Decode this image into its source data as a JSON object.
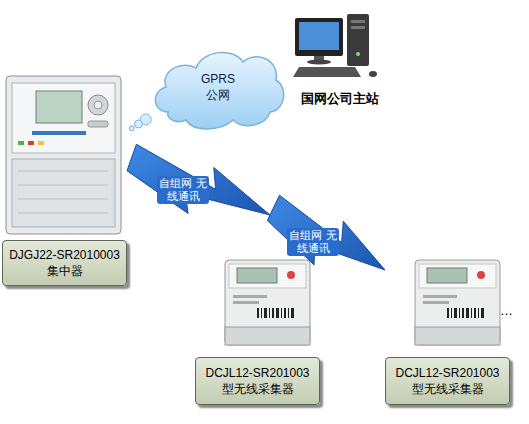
{
  "diagram": {
    "nodes": [
      {
        "text": [
          "GPRS 公网"
        ]
      },
      {
        "text": [
          "国网公司主站"
        ]
      },
      {
        "text": [
          "DJGJ22-SR2010003 集中器"
        ]
      },
      {
        "text": [
          "DCJL12-SR201003 型无线采集器"
        ]
      },
      {
        "text": [
          "DCJL12-SR201003 型无线采集器"
        ]
      }
    ],
    "edges": [
      {
        "from": 0,
        "to": 2,
        "arrow": "none"
      },
      {
        "from": 2,
        "to": 3,
        "label": "自组网 无线通讯",
        "arrow": "none"
      },
      {
        "from": 3,
        "to": 4,
        "label": "自组网 无线通讯",
        "arrow": "none"
      }
    ],
    "labels": [
      "…"
    ]
  }
}
